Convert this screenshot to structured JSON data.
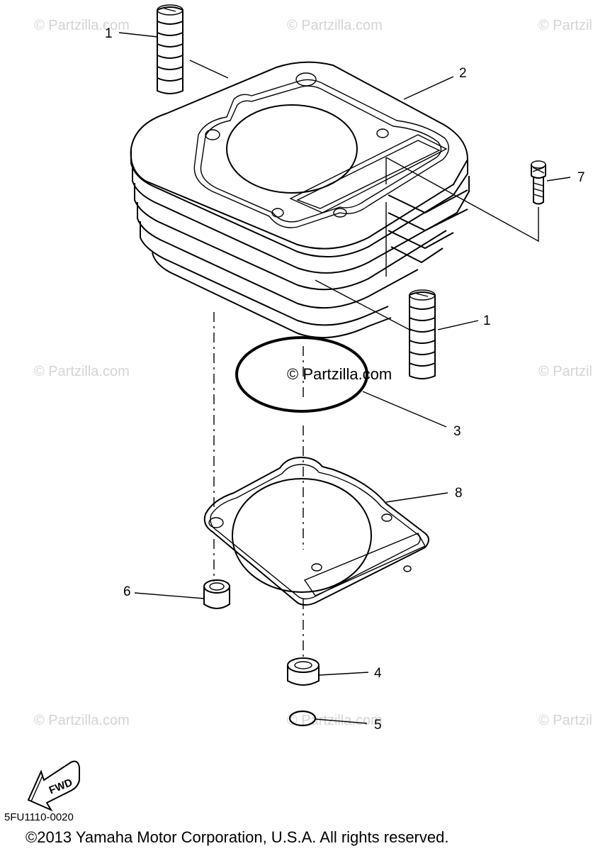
{
  "watermarks": {
    "text": "© Partzilla.com",
    "center": "© Partzilla.com"
  },
  "parts": [
    {
      "number": "1"
    },
    {
      "number": "2"
    },
    {
      "number": "7"
    },
    {
      "number": "1"
    },
    {
      "number": "3"
    },
    {
      "number": "8"
    },
    {
      "number": "6"
    },
    {
      "number": "4"
    },
    {
      "number": "5"
    }
  ],
  "fwd_label": "FWD",
  "diagram_code": "5FU1110-0020",
  "copyright": "©2013  Yamaha Motor Corporation, U.S.A. All rights reserved."
}
